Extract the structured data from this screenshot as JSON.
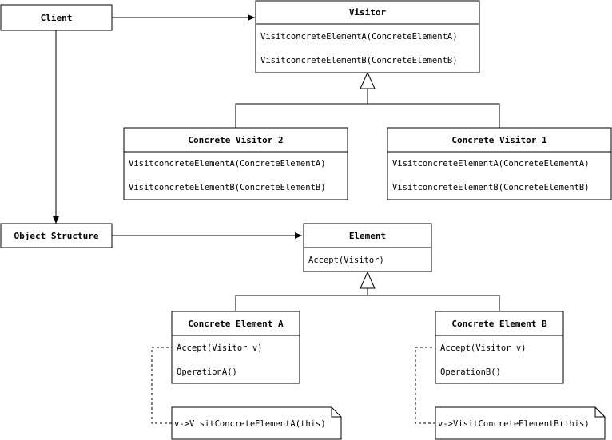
{
  "classes": {
    "client": {
      "name": "Client"
    },
    "visitor": {
      "name": "Visitor",
      "methods": [
        "VisitconcreteElementA(ConcreteElementA)",
        "VisitconcreteElementB(ConcreteElementB)"
      ]
    },
    "concrete_visitor_2": {
      "name": "Concrete Visitor 2",
      "methods": [
        "VisitconcreteElementA(ConcreteElementA)",
        "VisitconcreteElementB(ConcreteElementB)"
      ]
    },
    "concrete_visitor_1": {
      "name": "Concrete Visitor 1",
      "methods": [
        "VisitconcreteElementA(ConcreteElementA)",
        "VisitconcreteElementB(ConcreteElementB)"
      ]
    },
    "object_structure": {
      "name": "Object Structure"
    },
    "element": {
      "name": "Element",
      "methods": [
        "Accept(Visitor)"
      ]
    },
    "concrete_element_a": {
      "name": "Concrete Element A",
      "methods": [
        "Accept(Visitor v)",
        "OperationA()"
      ]
    },
    "concrete_element_b": {
      "name": "Concrete Element B",
      "methods": [
        "Accept(Visitor v)",
        "OperationB()"
      ]
    }
  },
  "notes": {
    "note_a": "v->VisitConcreteElementA(this)",
    "note_b": "v->VisitConcreteElementB(this)"
  }
}
